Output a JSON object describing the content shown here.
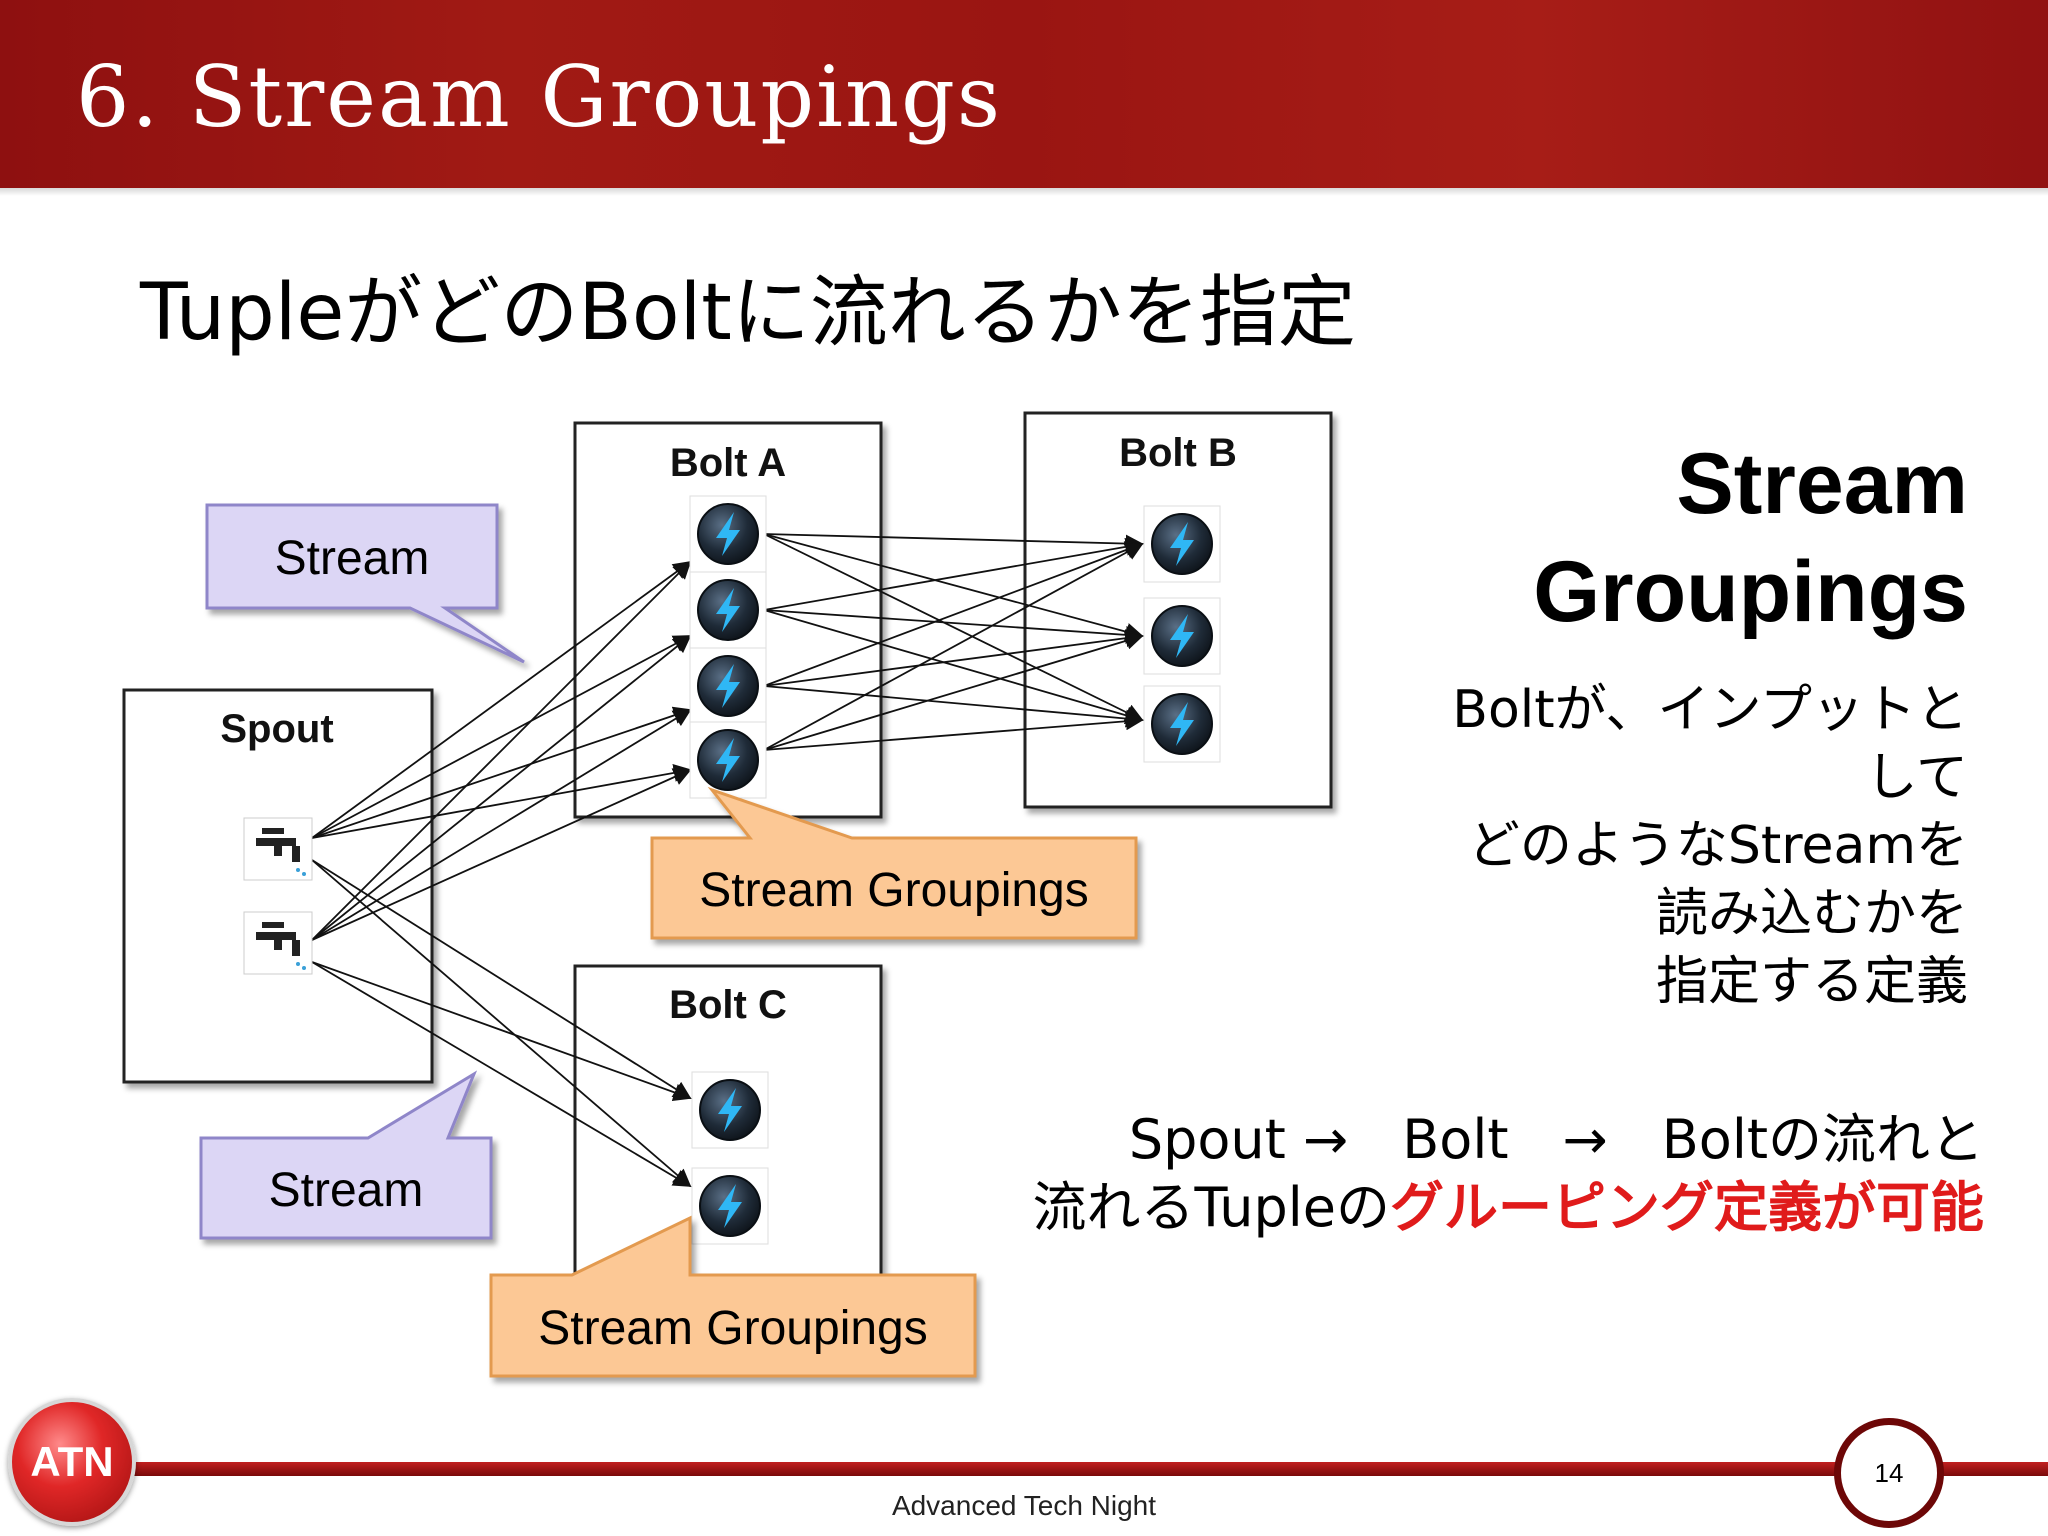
{
  "slide": {
    "title": "6.  Stream Groupings",
    "subtitle": "TupleがどのBoltに流れるかを指定"
  },
  "diagram": {
    "spout_label": "Spout",
    "bolt_a_label": "Bolt A",
    "bolt_b_label": "Bolt B",
    "bolt_c_label": "Bolt C",
    "stream_callout_top": "Stream",
    "stream_callout_bottom": "Stream",
    "groupings_callout_a": "Stream Groupings",
    "groupings_callout_c": "Stream Groupings",
    "callout_stream_color": "#dcd6f5",
    "callout_groupings_color": "#fcc895"
  },
  "right_panel": {
    "title_line1": "Stream",
    "title_line2": "Groupings",
    "desc_lines": [
      "Boltが、インプットと",
      "して",
      "どのようなStreamを",
      "読み込むかを",
      "指定する定義"
    ]
  },
  "flow": {
    "line1": "Spout →　Bolt　→　Boltの流れと",
    "line2_prefix": "流れるTupleの",
    "line2_highlight": "グルーピング定義が可能"
  },
  "footer": {
    "logo_text": "ATN",
    "page_number": "14",
    "event_name": "Advanced Tech Night"
  }
}
